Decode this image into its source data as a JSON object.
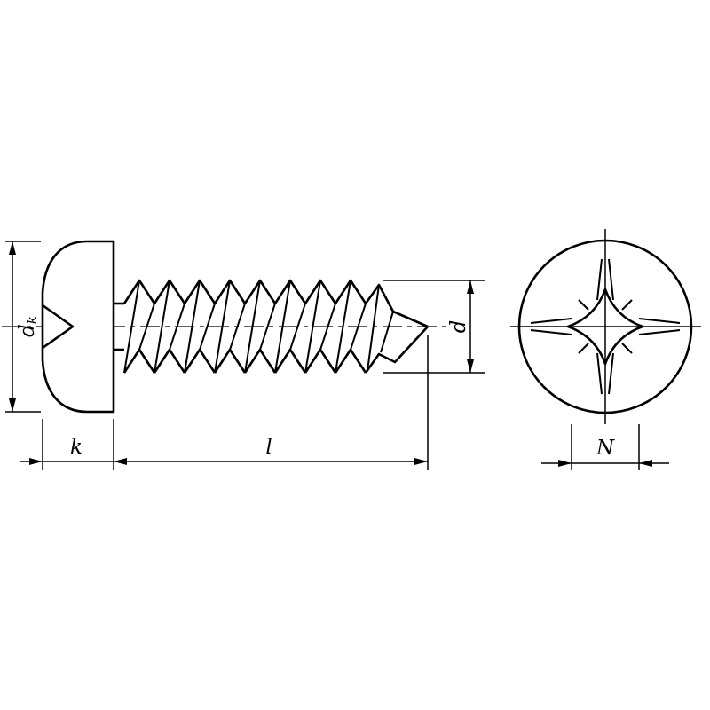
{
  "drawing": {
    "type": "technical-drawing",
    "subject": "pan-head tapping screw with cross recess, side view and front view",
    "background_color": "#ffffff",
    "line_color": "#000000",
    "dimensions": {
      "head_diameter": {
        "label_main": "d",
        "label_sub": "k"
      },
      "head_height": {
        "label": "k"
      },
      "length": {
        "label": "l"
      },
      "thread_diameter": {
        "label": "d"
      },
      "recess_width": {
        "label": "N"
      }
    }
  }
}
